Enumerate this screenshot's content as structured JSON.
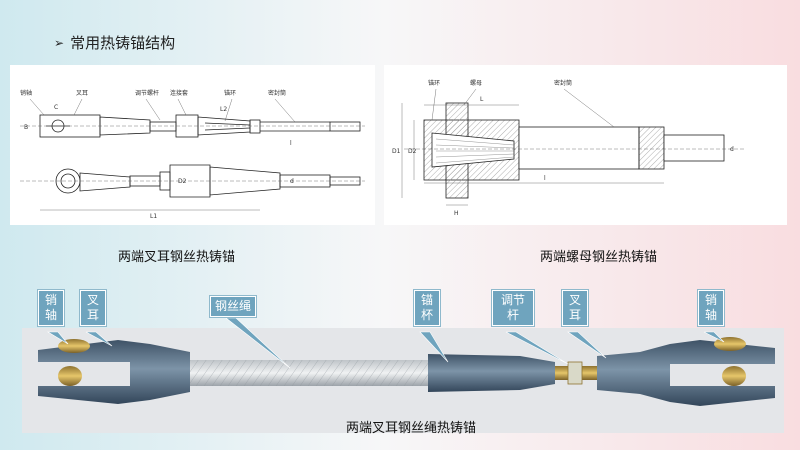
{
  "heading": {
    "bullet": "➢",
    "text": "常用热铸锚结构"
  },
  "left_drawing": {
    "labels": [
      "销轴",
      "叉耳",
      "调节螺杆",
      "连接套",
      "锚环",
      "密封筒"
    ],
    "dims": [
      "C",
      "B",
      "L2",
      "l",
      "D2",
      "d",
      "L1"
    ]
  },
  "right_drawing": {
    "labels": [
      "锚环",
      "螺母",
      "密封筒"
    ],
    "dims": [
      "L",
      "D1",
      "D2",
      "H",
      "l",
      "d"
    ]
  },
  "captions": {
    "left": "两端叉耳钢丝热铸锚",
    "right": "两端螺母钢丝热铸锚",
    "bottom": "两端叉耳钢丝绳热铸锚"
  },
  "callouts": {
    "pin_left": [
      "销",
      "轴"
    ],
    "fork_left": [
      "叉",
      "耳"
    ],
    "rope": "钢丝绳",
    "anchor_cup": [
      "锚",
      "杯"
    ],
    "adjust_rod": [
      "调节",
      "杆"
    ],
    "fork_right": [
      "叉",
      "耳"
    ],
    "pin_right": [
      "销",
      "轴"
    ]
  },
  "colors": {
    "callout": "#6fa4be",
    "metal": "#4b5f72",
    "bronze": "#c9a64a"
  }
}
